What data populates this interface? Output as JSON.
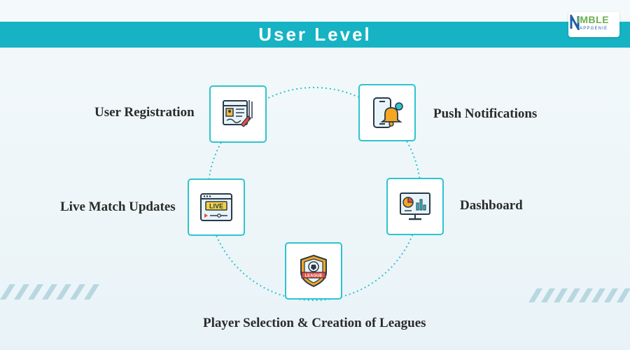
{
  "header": {
    "title": "User Level"
  },
  "logo": {
    "word": "IMBLE",
    "sub": "APPGENIE"
  },
  "features": [
    {
      "label": "User Registration",
      "icon": "registration-form-icon"
    },
    {
      "label": "Push Notifications",
      "icon": "phone-bell-icon"
    },
    {
      "label": "Dashboard",
      "icon": "monitor-chart-icon"
    },
    {
      "label": "Player Selection & Creation of Leagues",
      "icon": "league-badge-icon"
    },
    {
      "label": "Live Match Updates",
      "icon": "live-video-icon"
    }
  ],
  "live_badge": "LIVE",
  "league_badge": "LEAGUE",
  "colors": {
    "accent": "#16b3c4",
    "border": "#2ec4cf",
    "logo_green": "#6ab04c",
    "logo_blue": "#1f5fa8"
  }
}
